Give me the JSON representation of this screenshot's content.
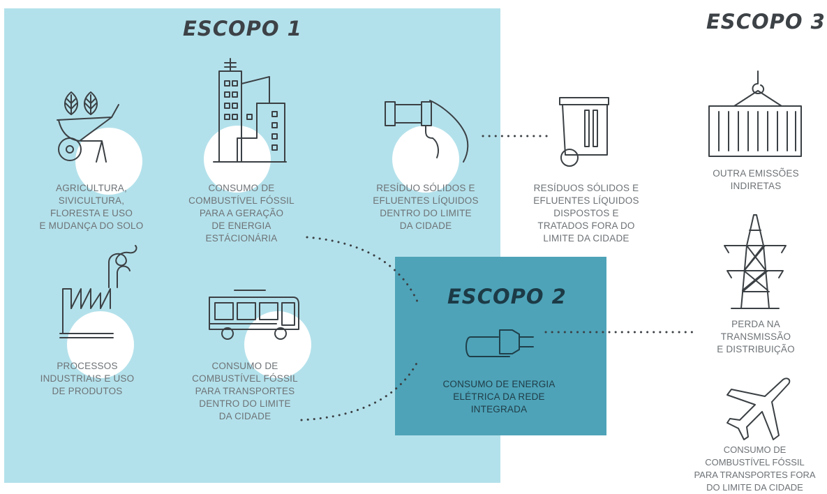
{
  "scope1": {
    "title": "ESCOPO 1",
    "items": {
      "agriculture": "AGRICULTURA,\nSIVICULTURA,\nFLORESTA E USO\nE MUDANÇA DO SOLO",
      "stationary_energy": "CONSUMO DE\nCOMBUSTÍVEL FÓSSIL\nPARA A GERAÇÃO\nDE ENERGIA\nESTÁCIONÁRIA",
      "waste_in_city": "RESÍDUO SÓLIDOS E\nEFLUENTES LÍQUIDOS\nDENTRO DO LIMITE\nDA CIDADE",
      "industrial": "PROCESSOS\nINDUSTRIAIS E USO\nDE PRODUTOS",
      "transport_in_city": "CONSUMO DE\nCOMBUSTÍVEL FÓSSIL\nPARA TRANSPORTES\nDENTRO DO LIMITE\nDA CIDADE"
    }
  },
  "scope2": {
    "title": "ESCOPO 2",
    "items": {
      "grid_electricity": "CONSUMO DE ENERGIA\nELÉTRICA DA REDE\nINTEGRADA"
    }
  },
  "scope3": {
    "title": "ESCOPO 3",
    "items": {
      "waste_outside": "RESÍDUOS SÓLIDOS E\nEFLUENTES LÍQUIDOS\nDISPOSTOS E\nTRATADOS FORA DO\nLIMITE DA CIDADE",
      "other_indirect": "OUTRA EMISSÕES\nINDIRETAS",
      "transmission_loss": "PERDA NA\nTRANSMISSÃO\nE DISTRIBUIÇÃO",
      "transport_outside": "CONSUMO DE\nCOMBUSTÍVEL FÓSSIL\nPARA TRANSPORTES FORA\nDO LIMITE DA CIDADE"
    }
  },
  "colors": {
    "scope1_background": "#b3e1eb",
    "scope2_background": "#4ea3b8",
    "icon_stroke": "#3b4044",
    "label_text": "#6d7276"
  },
  "icons": {
    "agriculture": "wheelbarrow-plants-icon",
    "stationary_energy": "buildings-icon",
    "waste_in_city": "pipe-effluent-icon",
    "industrial": "factory-icon",
    "transport_in_city": "bus-icon",
    "grid_electricity": "plug-icon",
    "waste_outside": "trash-bin-icon",
    "other_indirect": "shipping-container-icon",
    "transmission_loss": "transmission-tower-icon",
    "transport_outside": "airplane-icon"
  }
}
